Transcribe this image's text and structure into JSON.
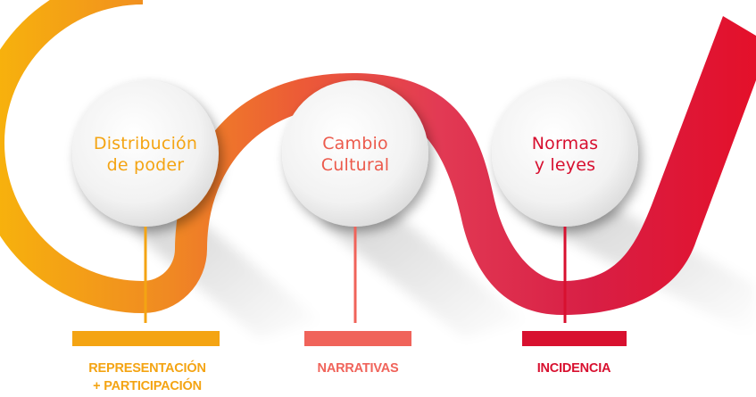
{
  "colors": {
    "orange": "#f4a413",
    "coral": "#ec5a4c",
    "crimson": "#d70f2f",
    "circle_fill": "#eeeeee"
  },
  "stages": [
    {
      "circle_lines": [
        "Distribución",
        "de poder"
      ],
      "label_lines": [
        "REPRESENTACIÓN",
        "+ PARTICIPACIÓN"
      ],
      "color": "#f4a413"
    },
    {
      "circle_lines": [
        "Cambio",
        "Cultural"
      ],
      "label_lines": [
        "NARRATIVAS"
      ],
      "color": "#f0635a"
    },
    {
      "circle_lines": [
        "Normas",
        "y leyes"
      ],
      "label_lines": [
        "INCIDENCIA"
      ],
      "color": "#d8102f"
    }
  ]
}
